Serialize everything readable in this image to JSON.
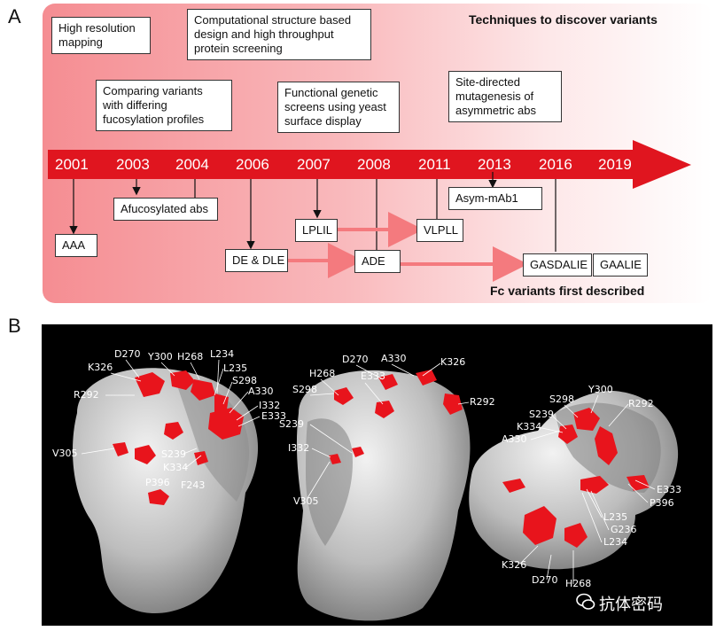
{
  "panel_a_letter": "A",
  "panel_b_letter": "B",
  "top_heading": "Techniques to discover variants",
  "bottom_heading": "Fc variants first described",
  "years": [
    "2001",
    "2003",
    "2004",
    "2006",
    "2007",
    "2008",
    "2011",
    "2013",
    "2016",
    "2019"
  ],
  "techniques": [
    {
      "id": "t1",
      "lines": [
        "High resolution",
        "mapping"
      ]
    },
    {
      "id": "t2",
      "lines": [
        "Computational structure based",
        "design and high throughput",
        "protein screening"
      ]
    },
    {
      "id": "t3",
      "lines": [
        "Comparing variants",
        "with differing",
        "fucosylation profiles"
      ]
    },
    {
      "id": "t4",
      "lines": [
        "Functional genetic",
        "screens using yeast",
        "surface display"
      ]
    },
    {
      "id": "t5",
      "lines": [
        "Site-directed",
        "mutagenesis of",
        "asymmetric abs"
      ]
    }
  ],
  "variants": {
    "aaa": "AAA",
    "afucosylated": "Afucosylated abs",
    "de_dle": "DE & DLE",
    "lplil": "LPLIL",
    "ade": "ADE",
    "vlpll": "VLPLL",
    "asym": "Asym-mAb1",
    "gasdalie": "GASDALIE",
    "gaalie": "GAALIE"
  },
  "structure1_labels": [
    "D270",
    "Y300",
    "H268",
    "L234",
    "K326",
    "L235",
    "S298",
    "R292",
    "A330",
    "I332",
    "E333",
    "V305",
    "S239",
    "K334",
    "P396",
    "F243"
  ],
  "structure2_labels": [
    "D270",
    "A330",
    "K326",
    "H268",
    "E333",
    "S298",
    "R292",
    "S239",
    "I332",
    "V305"
  ],
  "structure3_labels": [
    "S298",
    "Y300",
    "R292",
    "S239",
    "K334",
    "A330",
    "E333",
    "P396",
    "L235",
    "G236",
    "L234",
    "K326",
    "D270",
    "H268"
  ],
  "watermark": "抗体密码",
  "colors": {
    "arrow": "#e0151f",
    "highlight": "#e8141c",
    "panel_gradient_start": "#f58d92",
    "connector": "#f47a7e"
  }
}
